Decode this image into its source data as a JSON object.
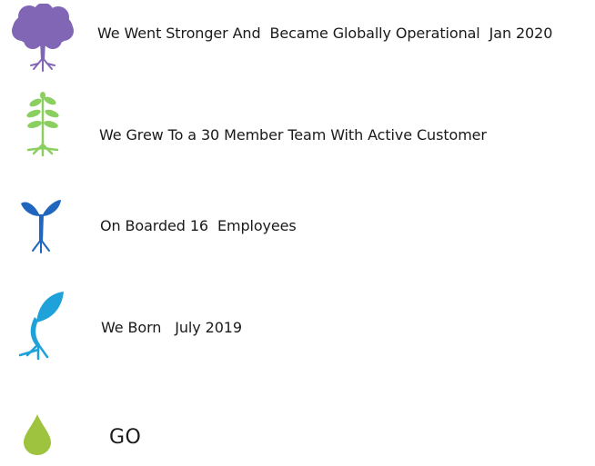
{
  "colors": {
    "tree": "#8066b4",
    "sapling": "#8ccf61",
    "sprout": "#2166be",
    "seedling": "#1fa1d9",
    "drop": "#9dc33f",
    "text": "#1a1a1a"
  },
  "timeline": {
    "stages": [
      {
        "icon": "tree-icon",
        "label": "We Went Stronger And  Became Globally Operational  Jan 2020"
      },
      {
        "icon": "sapling-icon",
        "label": "We Grew To a 30 Member Team With Active Customer"
      },
      {
        "icon": "sprout-icon",
        "label": "On Boarded 16  Employees"
      },
      {
        "icon": "seedling-icon",
        "label": "We Born   July 2019"
      },
      {
        "icon": "drop-icon",
        "label": "GO"
      }
    ]
  }
}
